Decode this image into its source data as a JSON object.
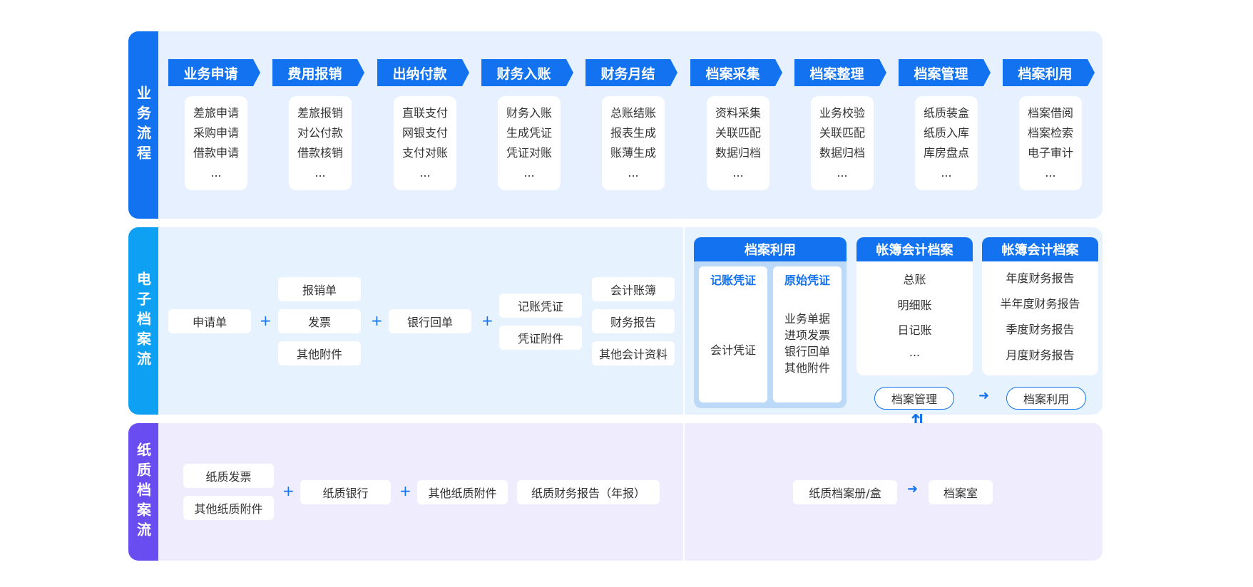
{
  "colors": {
    "blue_primary": "#1272f0",
    "cyan": "#0ea0f2",
    "purple": "#6a4df0",
    "band1_bg": "#e6f0fe",
    "band2_bg": "#e6f3fe",
    "band3_bg": "#eeecfd"
  },
  "business": {
    "label": "业务流程",
    "steps": [
      {
        "title": "业务申请",
        "items": [
          "差旅申请",
          "采购申请",
          "借款申请",
          "..."
        ]
      },
      {
        "title": "费用报销",
        "items": [
          "差旅报销",
          "对公付款",
          "借款核销",
          "..."
        ]
      },
      {
        "title": "出纳付款",
        "items": [
          "直联支付",
          "网银支付",
          "支付对账",
          "..."
        ]
      },
      {
        "title": "财务入账",
        "items": [
          "财务入账",
          "生成凭证",
          "凭证对账",
          "..."
        ]
      },
      {
        "title": "财务月结",
        "items": [
          "总账结账",
          "报表生成",
          "账薄生成",
          "..."
        ]
      },
      {
        "title": "档案采集",
        "items": [
          "资料采集",
          "关联匹配",
          "数据归档",
          "..."
        ]
      },
      {
        "title": "档案整理",
        "items": [
          "业务校验",
          "关联匹配",
          "数据归档",
          "..."
        ]
      },
      {
        "title": "档案管理",
        "items": [
          "纸质装盒",
          "纸质入库",
          "库房盘点",
          "..."
        ]
      },
      {
        "title": "档案利用",
        "items": [
          "档案借阅",
          "档案检索",
          "电子审计",
          "..."
        ]
      }
    ]
  },
  "electronic": {
    "label": "电子档案流",
    "apply": "申请单",
    "reimburse": [
      "报销单",
      "发票",
      "其他附件"
    ],
    "bank": "银行回单",
    "voucher": [
      "记账凭证",
      "凭证附件"
    ],
    "accounting": [
      "会计账簿",
      "财务报告",
      "其他会计资料"
    ],
    "archive_use": {
      "title": "档案利用",
      "col1_title": "记账凭证",
      "col1_items": [
        "会计凭证"
      ],
      "col2_title": "原始凭证",
      "col2_items": [
        "业务单据",
        "进项发票",
        "银行回单",
        "其他附件"
      ]
    },
    "ledger": {
      "title": "帐簿会计档案",
      "items": [
        "总账",
        "明细账",
        "日记账",
        "..."
      ]
    },
    "report": {
      "title": "帐簿会计档案",
      "items": [
        "年度财务报告",
        "半年度财务报告",
        "季度财务报告",
        "月度财务报告"
      ]
    },
    "manage_btn": "档案管理",
    "use_btn": "档案利用"
  },
  "paper": {
    "label": "纸质档案流",
    "invoice": [
      "纸质发票",
      "其他纸质附件"
    ],
    "bank": "纸质银行",
    "other": "其他纸质附件",
    "report": "纸质财务报告（年报）",
    "box": "纸质档案册/盒",
    "room": "档案室"
  },
  "symbols": {
    "plus": "+",
    "arrow": "➜",
    "updown": "⇅"
  }
}
